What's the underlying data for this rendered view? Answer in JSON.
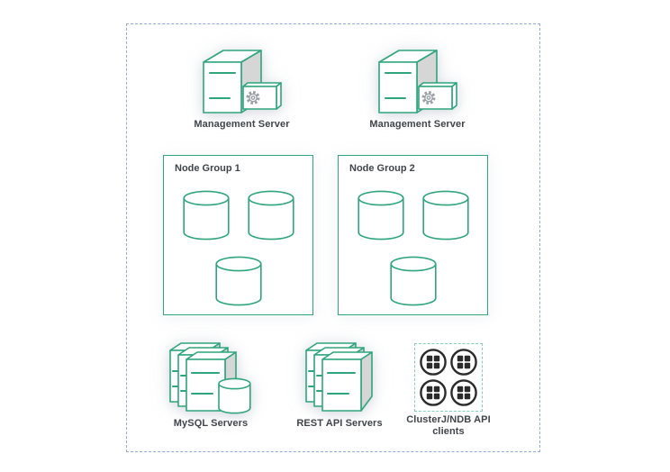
{
  "diagram": {
    "management_servers": [
      {
        "label": "Management Server",
        "icon": "server-with-gear-icon"
      },
      {
        "label": "Management Server",
        "icon": "server-with-gear-icon"
      }
    ],
    "node_groups": [
      {
        "label": "Node Group 1",
        "data_node_count": 3,
        "data_node_icon": "database-cylinder-icon"
      },
      {
        "label": "Node Group 2",
        "data_node_count": 3,
        "data_node_icon": "database-cylinder-icon"
      }
    ],
    "client_tiers": [
      {
        "label": "MySQL Servers",
        "icon": "stacked-servers-with-database-icon"
      },
      {
        "label": "REST API Servers",
        "icon": "stacked-servers-icon"
      },
      {
        "label": "ClusterJ/NDB API clients",
        "icon": "app-client-grid-icon",
        "client_count": 4
      }
    ],
    "colors": {
      "accent_green": "#2fa57c",
      "client_box_dash": "#84cfb9",
      "outer_border_blue": "#96a9dc",
      "icon_dark": "#2b2b2b",
      "face_gray": "#d6d6d6",
      "gear_gray": "#9aa0a6",
      "label_text": "#3f444a"
    }
  }
}
